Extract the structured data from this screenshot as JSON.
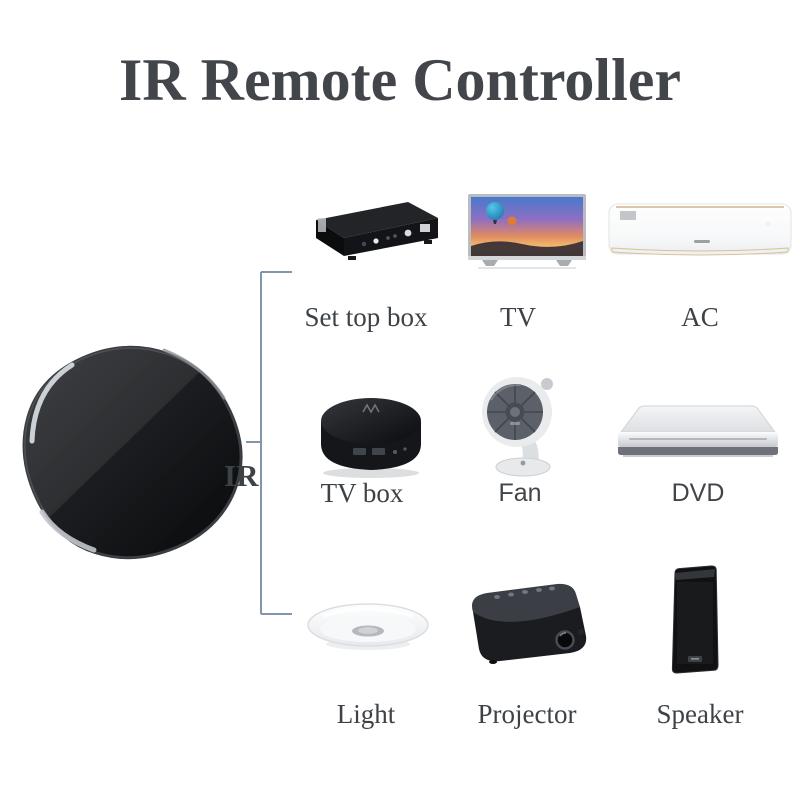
{
  "page": {
    "title": "IR Remote Controller",
    "background_color": "#ffffff",
    "text_color": "#3d4247",
    "connector_color": "#8295aa"
  },
  "hub": {
    "label": "IR",
    "description": "black hexagonal IR remote controller hub"
  },
  "grid": {
    "rows": [
      {
        "items": [
          {
            "id": "set-top-box",
            "label": "Set top box"
          },
          {
            "id": "tv",
            "label": "TV"
          },
          {
            "id": "ac",
            "label": "AC"
          }
        ]
      },
      {
        "items": [
          {
            "id": "tv-box",
            "label": "TV box"
          },
          {
            "id": "fan",
            "label": "Fan"
          },
          {
            "id": "dvd",
            "label": "DVD"
          }
        ]
      },
      {
        "items": [
          {
            "id": "light",
            "label": "Light"
          },
          {
            "id": "projector",
            "label": "Projector"
          },
          {
            "id": "speaker",
            "label": "Speaker"
          }
        ]
      }
    ]
  }
}
